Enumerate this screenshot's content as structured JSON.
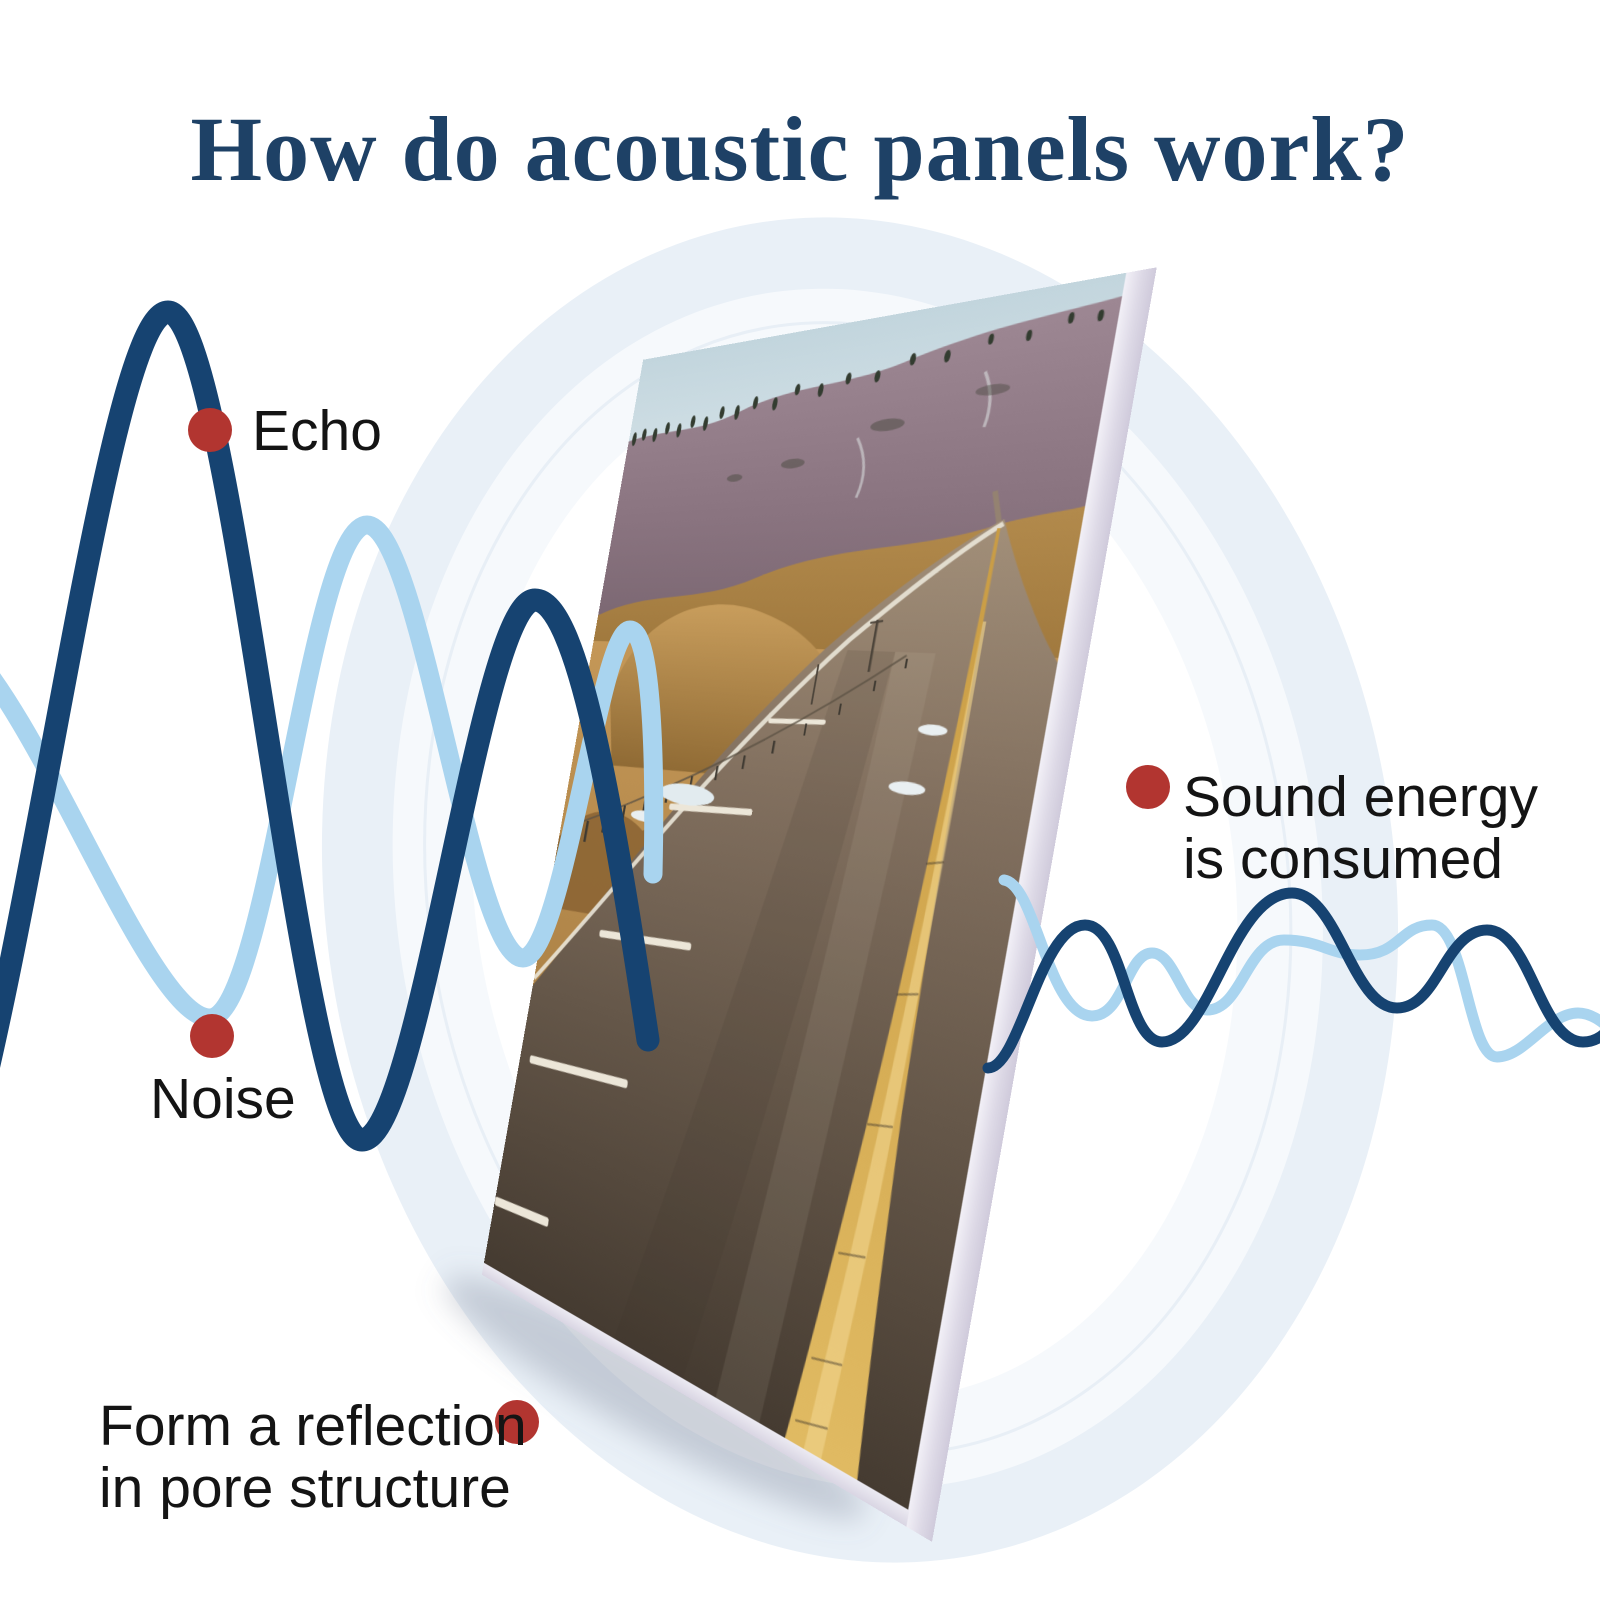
{
  "title": "How do acoustic panels work?",
  "annotations": {
    "echo": {
      "label": "Echo"
    },
    "noise": {
      "label": "Noise"
    },
    "reflection": {
      "line1": "Form a reflection",
      "line2": "in pore structure"
    },
    "absorption": {
      "line1": "Sound energy",
      "line2": "is consumed"
    }
  },
  "panel": {
    "image": "road-through-golden-hills-photo"
  },
  "colors": {
    "title": "#1e4166",
    "label_text": "#141414",
    "wave_dark": "#164371",
    "wave_light": "#a9d4ef",
    "dot_red": "#b23530",
    "glow_outer": "#e9f0f7",
    "glow_mid": "#f6f9fc",
    "glow_inner": "#ffffff"
  }
}
